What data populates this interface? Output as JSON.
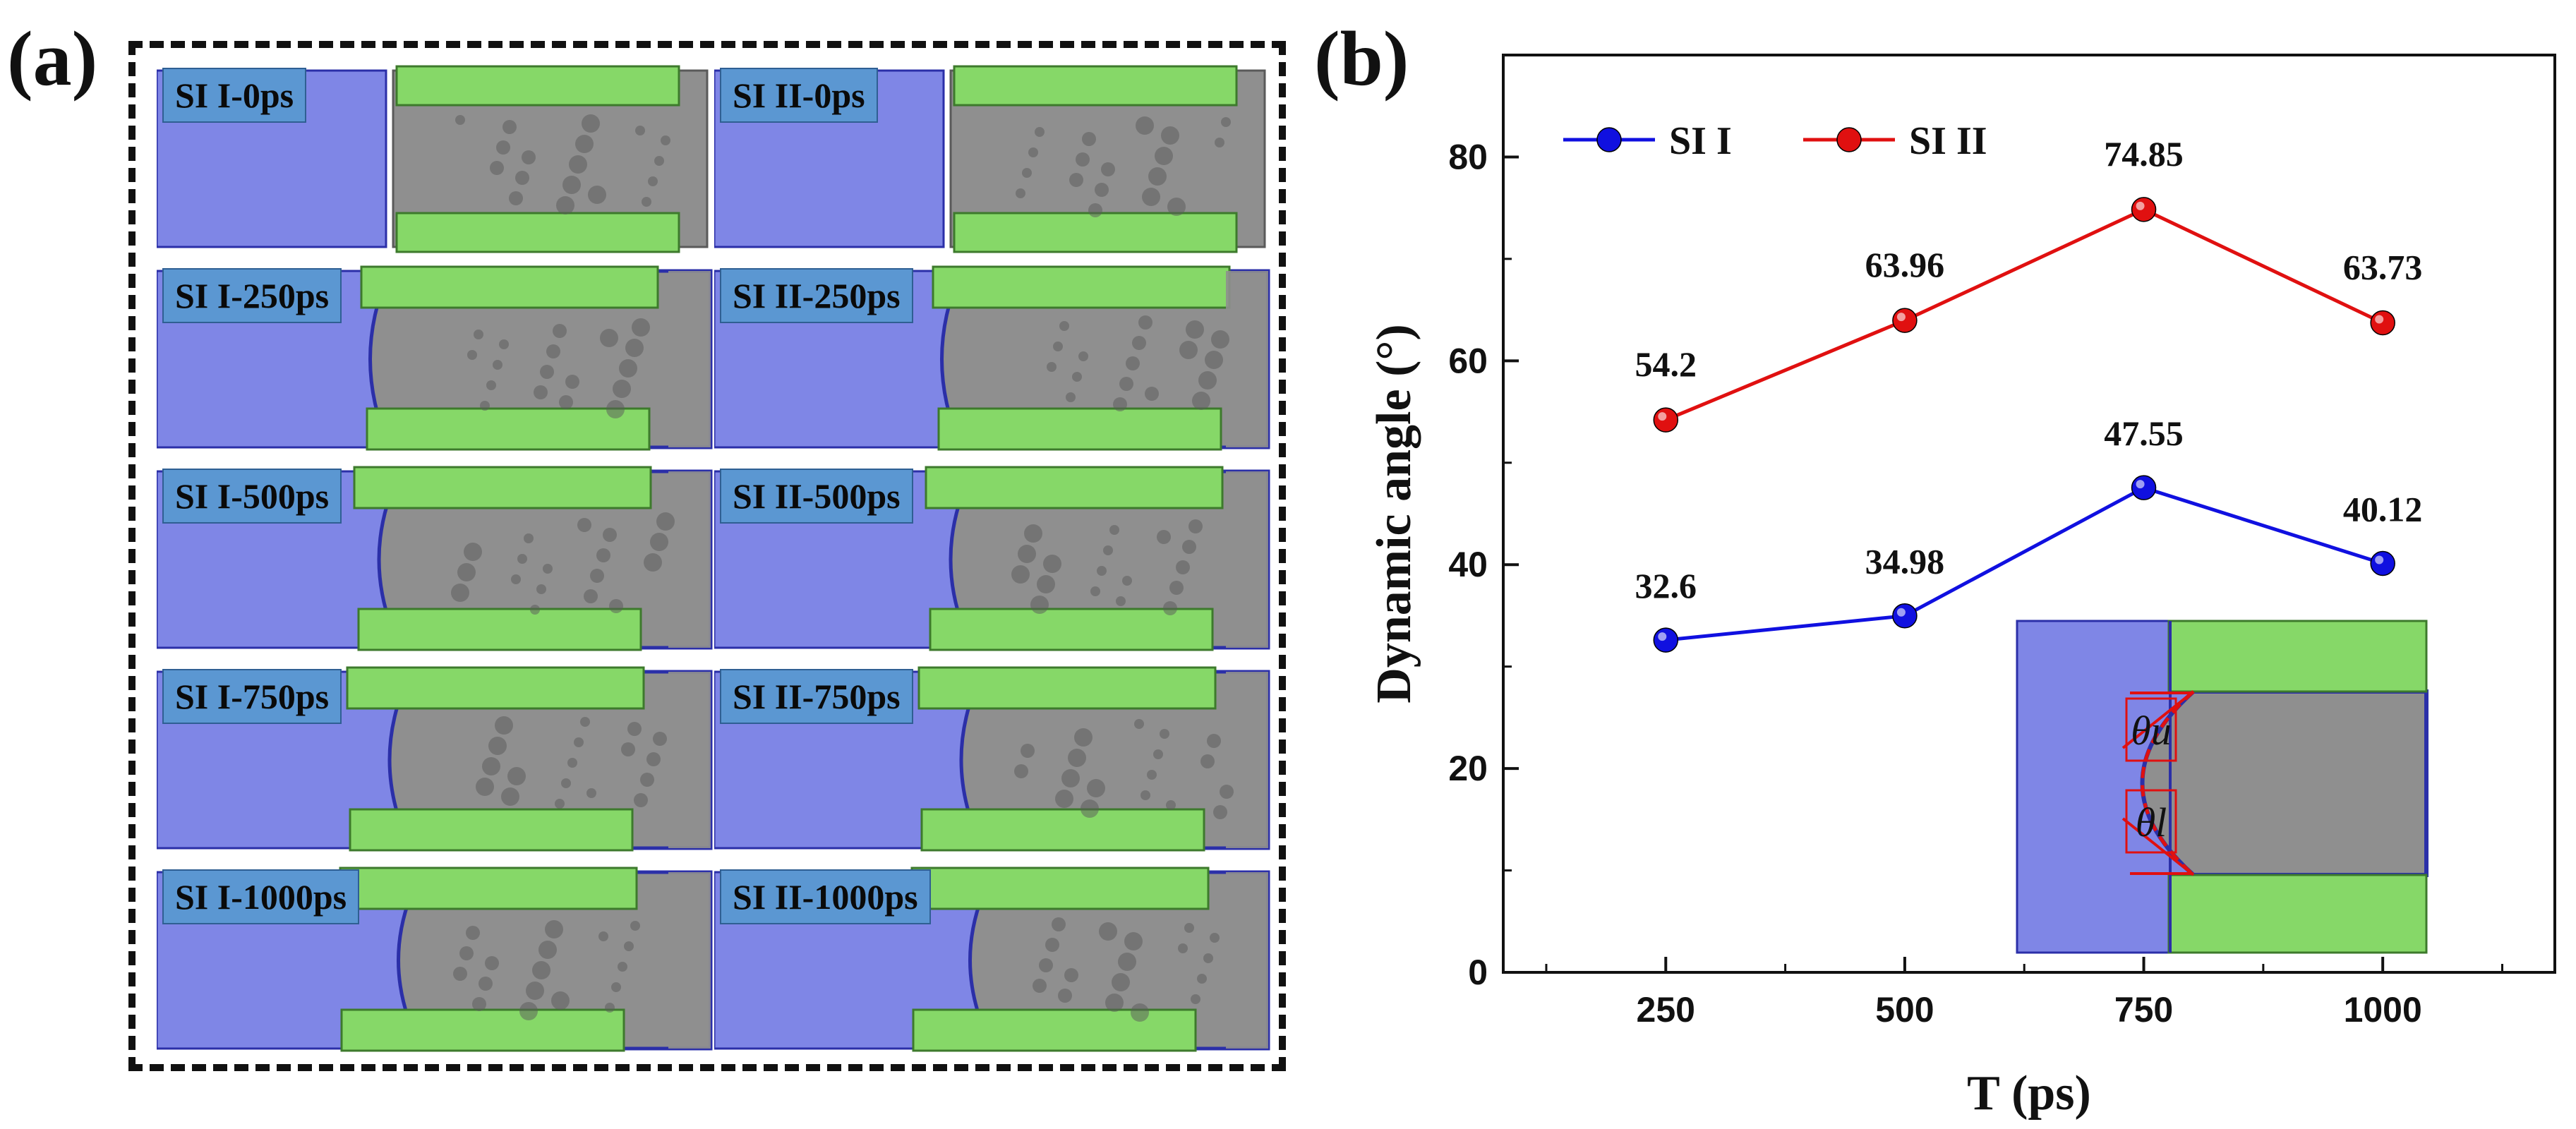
{
  "panel_a": {
    "label": "(a)",
    "snapshots": [
      {
        "id": "si1-0",
        "text": "SI I-0ps",
        "stage": 0
      },
      {
        "id": "si2-0",
        "text": "SI II-0ps",
        "stage": 0
      },
      {
        "id": "si1-250",
        "text": "SI I-250ps",
        "stage": 1
      },
      {
        "id": "si2-250",
        "text": "SI II-250ps",
        "stage": 1
      },
      {
        "id": "si1-500",
        "text": "SI I-500ps",
        "stage": 2
      },
      {
        "id": "si2-500",
        "text": "SI II-500ps",
        "stage": 2
      },
      {
        "id": "si1-750",
        "text": "SI I-750ps",
        "stage": 3
      },
      {
        "id": "si2-750",
        "text": "SI II-750ps",
        "stage": 3
      },
      {
        "id": "si1-1000",
        "text": "SI I-1000ps",
        "stage": 4
      },
      {
        "id": "si2-1000",
        "text": "SI II-1000ps",
        "stage": 4
      }
    ],
    "colors": {
      "water": "#7f86e6",
      "water_edge": "#2b2fa8",
      "solid": "#86d868",
      "solid_edge": "#3d7a2c",
      "oil": "#8f8f8f",
      "oil_dark": "#5a5a5a"
    }
  },
  "panel_b": {
    "label": "(b)",
    "inset": {
      "upper_angle": "θu",
      "lower_angle": "θl"
    }
  },
  "chart_data": {
    "type": "line",
    "xlabel": "T (ps)",
    "ylabel": "Dynamic angle (°)",
    "x": [
      250,
      500,
      750,
      1000
    ],
    "xlim": [
      80,
      1180
    ],
    "ylim": [
      0,
      90
    ],
    "xticks": [
      250,
      500,
      750,
      1000
    ],
    "yticks": [
      0,
      20,
      40,
      60,
      80
    ],
    "legend_position": "top-left",
    "grid": false,
    "series": [
      {
        "name": "SI I",
        "color": "#1010e0",
        "values": [
          32.6,
          34.98,
          47.55,
          40.12
        ],
        "labels": [
          "32.6",
          "34.98",
          "47.55",
          "40.12"
        ]
      },
      {
        "name": "SI II",
        "color": "#e01010",
        "values": [
          54.2,
          63.96,
          74.85,
          63.73
        ],
        "labels": [
          "54.2",
          "63.96",
          "74.85",
          "63.73"
        ]
      }
    ]
  }
}
